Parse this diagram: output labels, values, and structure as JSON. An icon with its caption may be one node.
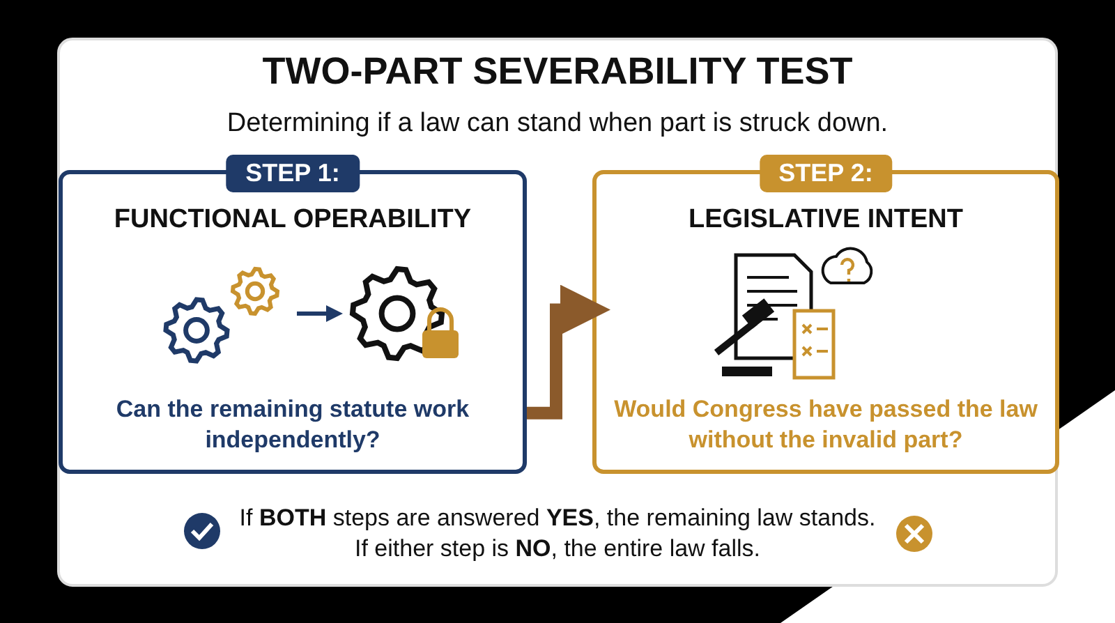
{
  "diagram": {
    "title": "TWO-PART SEVERABILITY TEST",
    "nodes": [
      {
        "text": [
          "STEP 1:",
          "FUNCTIONAL OPERABILITY",
          "Can the remaining statute work independently?"
        ]
      },
      {
        "text": [],
        "shape": "gear",
        "in": 0
      },
      {
        "text": [],
        "shape": "gear",
        "in": 0
      },
      {
        "text": [
          "STEP 2:",
          "LEGISLATIVE INTENT",
          "Would Congress have passed the law without the invalid part?"
        ]
      },
      {
        "text": [],
        "shape": "document",
        "in": 3
      }
    ],
    "edges": [
      {
        "from": 1,
        "to": 2,
        "arrow": "to"
      },
      {
        "from": 0,
        "to": 3,
        "arrow": "to",
        "style": "thick",
        "color": "#8b5a2b"
      }
    ],
    "labels": [
      "Determining if a law can stand when part is struck down.",
      "If **BOTH** steps are answered **YES**, the remaining law stands.",
      "If either step is **NO**, the entire law falls."
    ]
  }
}
